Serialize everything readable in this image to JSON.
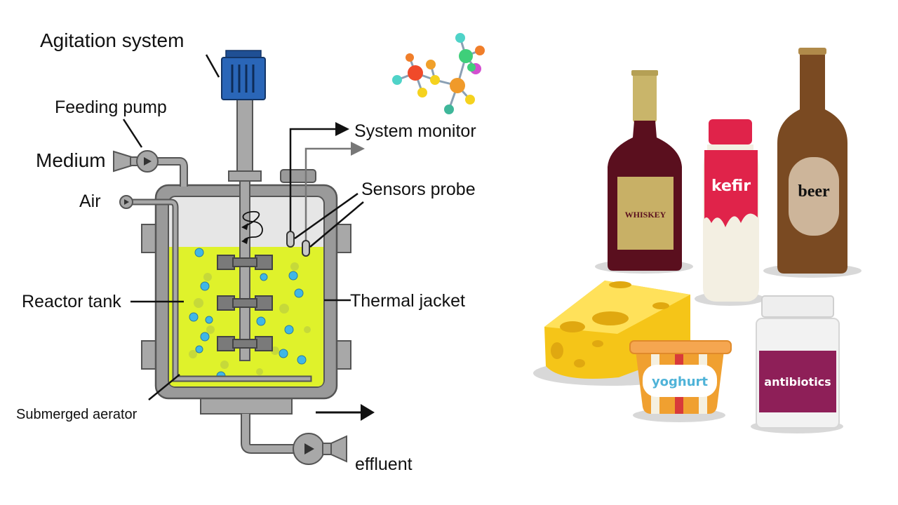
{
  "bioreactor": {
    "labels": {
      "agitation": "Agitation system",
      "feeding_pump": "Feeding pump",
      "medium": "Medium",
      "air": "Air",
      "system_monitor": "System monitor",
      "sensors_probe": "Sensors probe",
      "reactor_tank": "Reactor tank",
      "thermal_jacket": "Thermal jacket",
      "submerged_aerator": "Submerged aerator",
      "effluent": "effluent"
    },
    "colors": {
      "steel": "#9a9a9a",
      "steel_dark": "#555555",
      "motor": "#2a66b8",
      "liquid": "#dff22b",
      "bubble": "#3fb7e6"
    }
  },
  "products": {
    "whiskey": "WHISKEY",
    "kefir": "kefir",
    "beer": "beer",
    "yoghurt": "yoghurt",
    "antibiotics": "antibiotics",
    "colors": {
      "whiskey_bottle": "#5a0f1e",
      "beer_bottle": "#7a4a22",
      "kefir_cap": "#e0234a",
      "antibiotics_label": "#8e1f58",
      "cheese": "#f5c518",
      "yoghurt_cup": "#f0a030"
    }
  }
}
